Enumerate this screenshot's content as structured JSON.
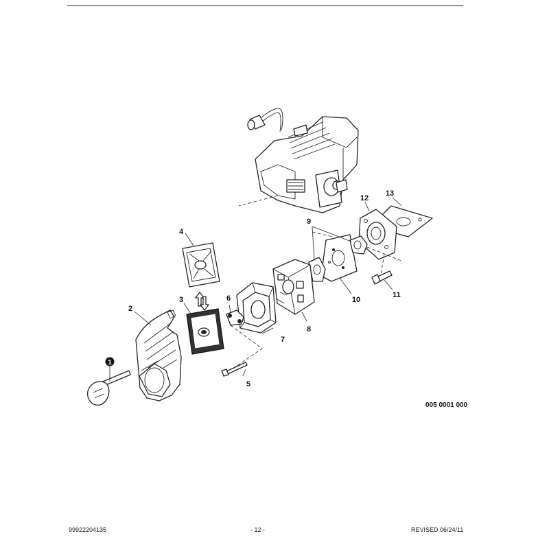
{
  "callouts": [
    "1",
    "2",
    "3",
    "4",
    "5",
    "6",
    "7",
    "8",
    "9",
    "10",
    "11",
    "12",
    "13"
  ],
  "drawing_code": "005 0001 000",
  "footer": {
    "part_number": "99922204135",
    "page": "- 12 -",
    "revised": "REVISED 06/24/11"
  }
}
